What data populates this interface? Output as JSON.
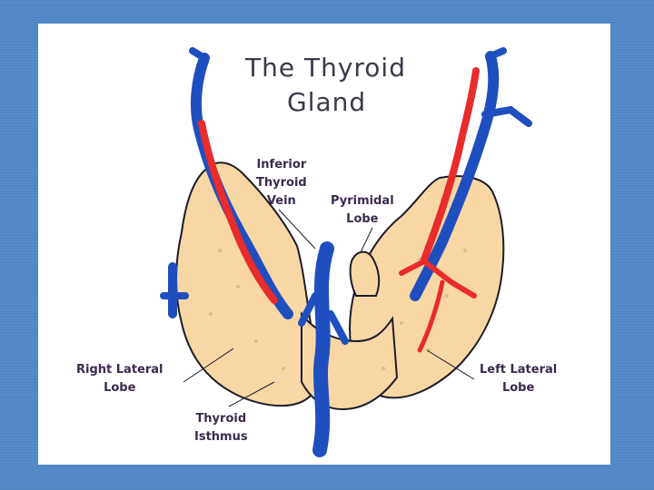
{
  "title": {
    "line1": "The Thyroid",
    "line2": "Gland"
  },
  "labels": {
    "inferior_vein": [
      "Inferior",
      "Thyroid",
      "Vein"
    ],
    "pyramidal_lobe": [
      "Pyrimidal",
      "Lobe"
    ],
    "right_lobe": [
      "Right Lateral",
      "Lobe"
    ],
    "left_lobe": [
      "Left Lateral",
      "Lobe"
    ],
    "isthmus": [
      "Thyroid",
      "Isthmus"
    ]
  },
  "colors": {
    "background_frame": "#4f86c6",
    "gland": "#f9d7a5",
    "vein": "#1f4fbf",
    "artery": "#e82b2b",
    "outline": "#1c1c2a"
  }
}
